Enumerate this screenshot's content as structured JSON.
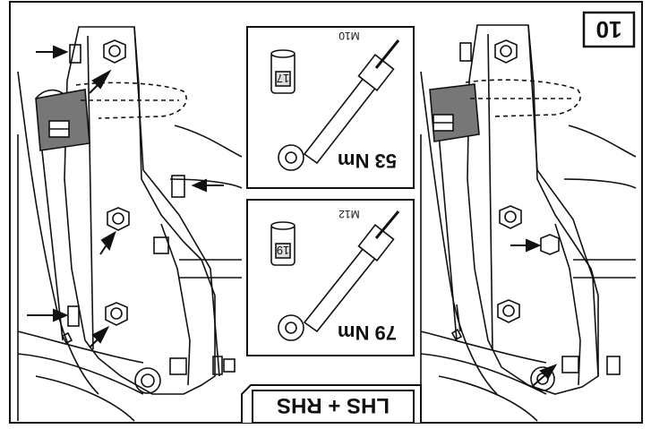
{
  "step": {
    "number": "10"
  },
  "torque_specs": [
    {
      "torque": "53 Nm",
      "bolt": "M10",
      "socket": "17"
    },
    {
      "torque": "79 Nm",
      "bolt": "M12",
      "socket": "19"
    }
  ],
  "side_label": "LHS + RHS",
  "orientation": "rotated-180",
  "colors": {
    "line": "#111111",
    "background": "#ffffff",
    "shade": "#777777"
  }
}
